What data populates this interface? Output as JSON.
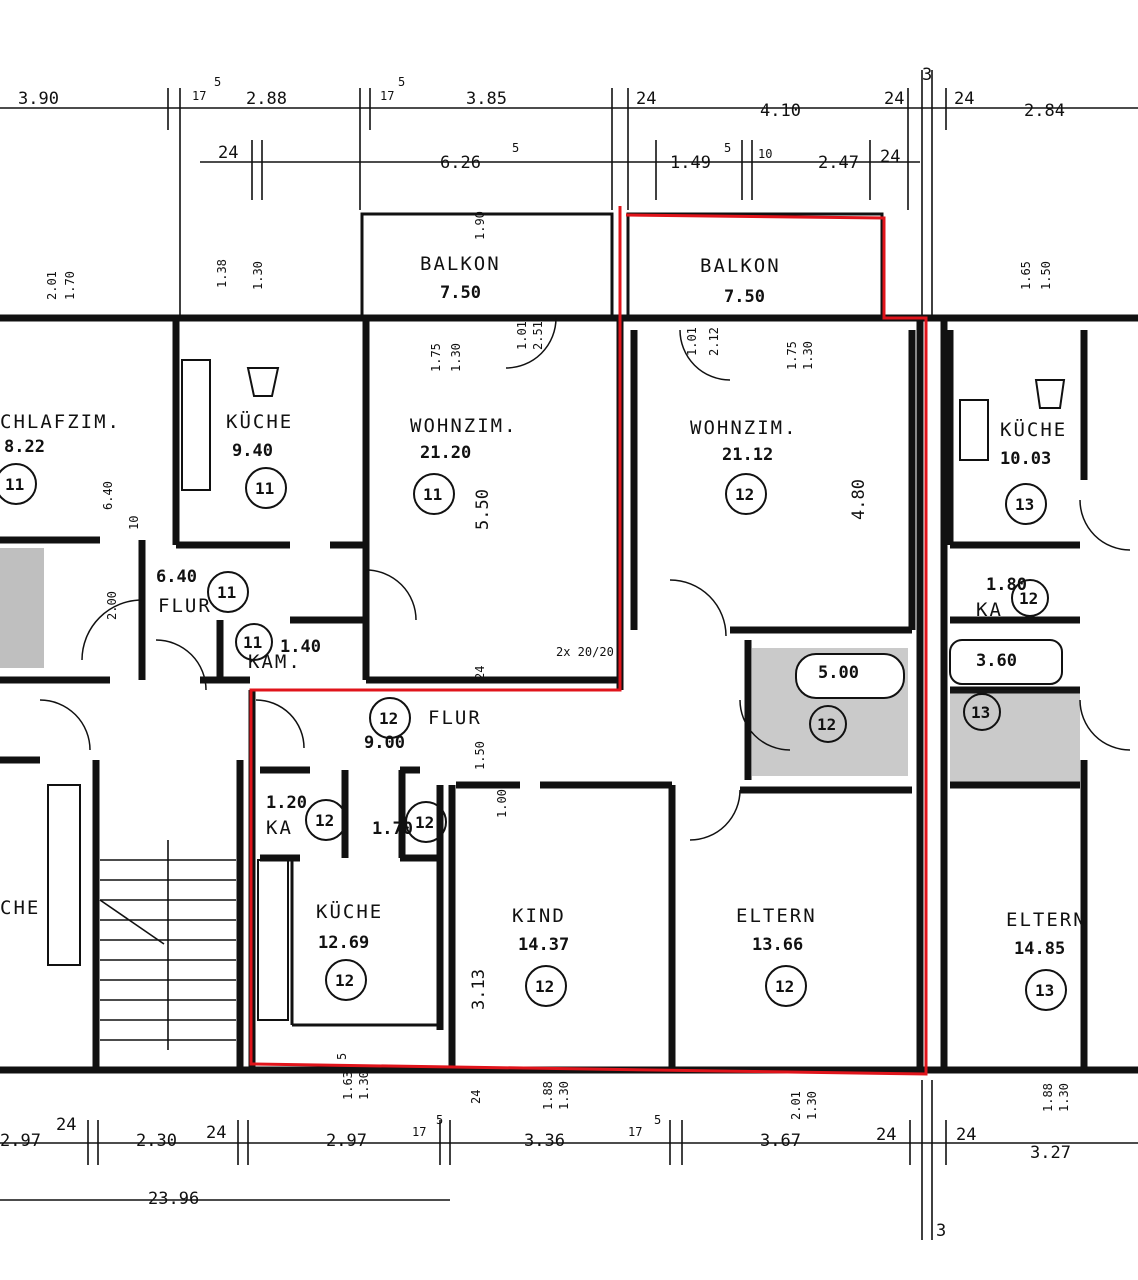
{
  "colors": {
    "ink": "#111111",
    "highlight": "#e0141b",
    "paper": "#ffffff"
  },
  "rooms": [
    {
      "id": "balkon_11",
      "name": "BALKON",
      "area": "7.50"
    },
    {
      "id": "balkon_12",
      "name": "BALKON",
      "area": "7.50"
    },
    {
      "id": "schlafzim_11",
      "name": "CHLAFZIM.",
      "area": "8.22",
      "unit": "11"
    },
    {
      "id": "kueche_11",
      "name": "KÜCHE",
      "area": "9.40",
      "unit": "11"
    },
    {
      "id": "wohnzim_11",
      "name": "WOHNZIM.",
      "area": "21.20",
      "unit": "11"
    },
    {
      "id": "wohnzim_12",
      "name": "WOHNZIM.",
      "area": "21.12",
      "unit": "12"
    },
    {
      "id": "kueche_13",
      "name": "KÜCHE",
      "area": "10.03",
      "unit": "13"
    },
    {
      "id": "flur_11",
      "name": "FLUR",
      "area": "6.40",
      "unit": "11"
    },
    {
      "id": "bad_11",
      "name": "",
      "area": "1.40",
      "unit": "11",
      "extra": "KAM."
    },
    {
      "id": "flur_12",
      "name": "FLUR",
      "area": "9.00",
      "unit": "12"
    },
    {
      "id": "bad_12",
      "name": "",
      "area": "5.00",
      "unit": "12"
    },
    {
      "id": "kam_12a",
      "name": "KA",
      "area": "1.20",
      "unit": "12"
    },
    {
      "id": "wc_12",
      "name": "",
      "area": "1.70",
      "unit": "12"
    },
    {
      "id": "kueche_12",
      "name": "KÜCHE",
      "area": "12.69",
      "unit": "12"
    },
    {
      "id": "kind_12",
      "name": "KIND",
      "area": "14.37",
      "unit": "12"
    },
    {
      "id": "eltern_12",
      "name": "ELTERN",
      "area": "13.66",
      "unit": "12"
    },
    {
      "id": "eltern_13",
      "name": "ELTERN",
      "area": "14.85",
      "unit": "13"
    },
    {
      "id": "kam_13",
      "name": "KA",
      "area": "1.80",
      "unit": "12"
    },
    {
      "id": "bad_13",
      "name": "",
      "area": "3.60",
      "unit": "13"
    },
    {
      "id": "kueche_left",
      "name": "CHE",
      "area": "",
      "unit": ""
    }
  ],
  "dims_top_row1": [
    "3.90",
    "17",
    "5",
    "2.88",
    "17",
    "5",
    "3.85",
    "24",
    "4.10",
    "24",
    "3",
    "24",
    "2.84"
  ],
  "dims_top_row2": [
    "24",
    "6.26",
    "5",
    "1.49",
    "5",
    "10",
    "2.47",
    "24"
  ],
  "dims_bottom": [
    "2.97",
    "24",
    "2.30",
    "24",
    "2.97",
    "17",
    "5",
    "3.36",
    "17",
    "5",
    "3.67",
    "24",
    "24",
    "3.27"
  ],
  "dim_total": "23.96",
  "dim_bottom_3": "3",
  "dim_vert": [
    "2.01",
    "1.70",
    "1.38",
    "1.30",
    "1.90",
    "1.75",
    "1.30",
    "1.01",
    "2.51",
    "1.01",
    "2.12",
    "1.75",
    "1.30",
    "4.80",
    "5.50",
    "1.65",
    "1.50",
    "6.40",
    "2.00",
    "1.50",
    "1.00",
    "24",
    "3.13",
    "1.63",
    "1.30",
    "1.88",
    "1.30",
    "2.01",
    "1.30",
    "1.88",
    "1.30",
    "24",
    "10",
    "5"
  ],
  "misc": {
    "stair": "2x 20/20"
  }
}
